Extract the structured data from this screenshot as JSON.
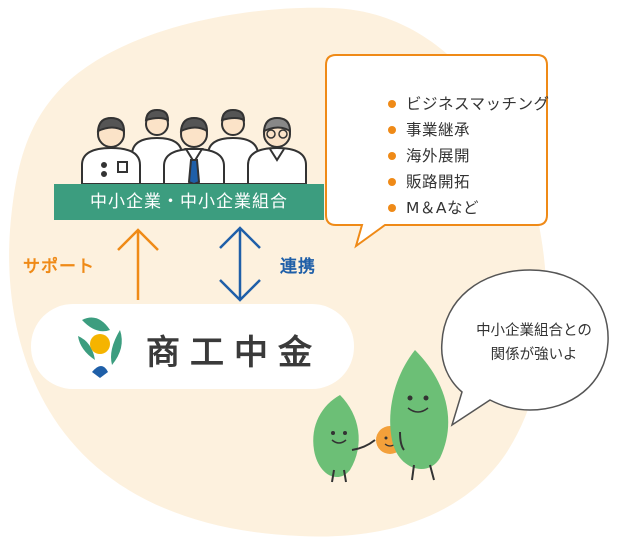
{
  "banner": {
    "label": "中小企業・中小企業組合"
  },
  "callout": {
    "items": [
      "ビジネスマッチング",
      "事業継承",
      "海外展開",
      "販路開拓",
      "M＆Aなど"
    ]
  },
  "arrows": {
    "support_label": "サポート",
    "renkei_label": "連携"
  },
  "logo": {
    "name": "商工中金"
  },
  "speech": {
    "line1": "中小企業組合との",
    "line2": "関係が強いよ"
  },
  "colors": {
    "background_blob": "#fdf1de",
    "banner": "#3c9d7f",
    "accent_orange": "#ef8a17",
    "accent_blue": "#1f5fa8",
    "leaf_green": "#6cbf76"
  }
}
